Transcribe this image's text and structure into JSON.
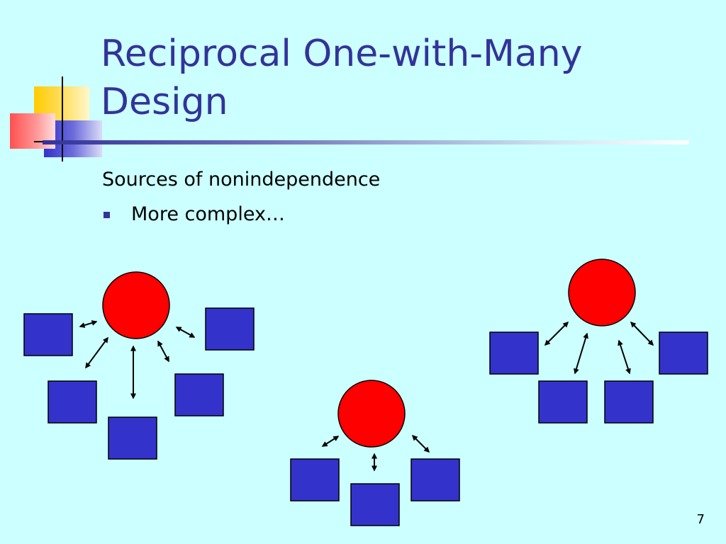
{
  "slide": {
    "title": "Reciprocal One-with-Many Design",
    "subtitle": "Sources of nonindependence",
    "bullets": [
      "More complex…"
    ],
    "page_number": "7"
  },
  "colors": {
    "background": "#ccffff",
    "title": "#333399",
    "person_circle": "#ff0000",
    "partner_square": "#3333cc",
    "bullet": "#333399"
  },
  "diagrams": [
    {
      "name": "one-with-five",
      "circles": 1,
      "squares": 5,
      "arrows": 5
    },
    {
      "name": "one-with-three",
      "circles": 1,
      "squares": 3,
      "arrows": 3
    },
    {
      "name": "one-with-four",
      "circles": 1,
      "squares": 4,
      "arrows": 4
    }
  ]
}
